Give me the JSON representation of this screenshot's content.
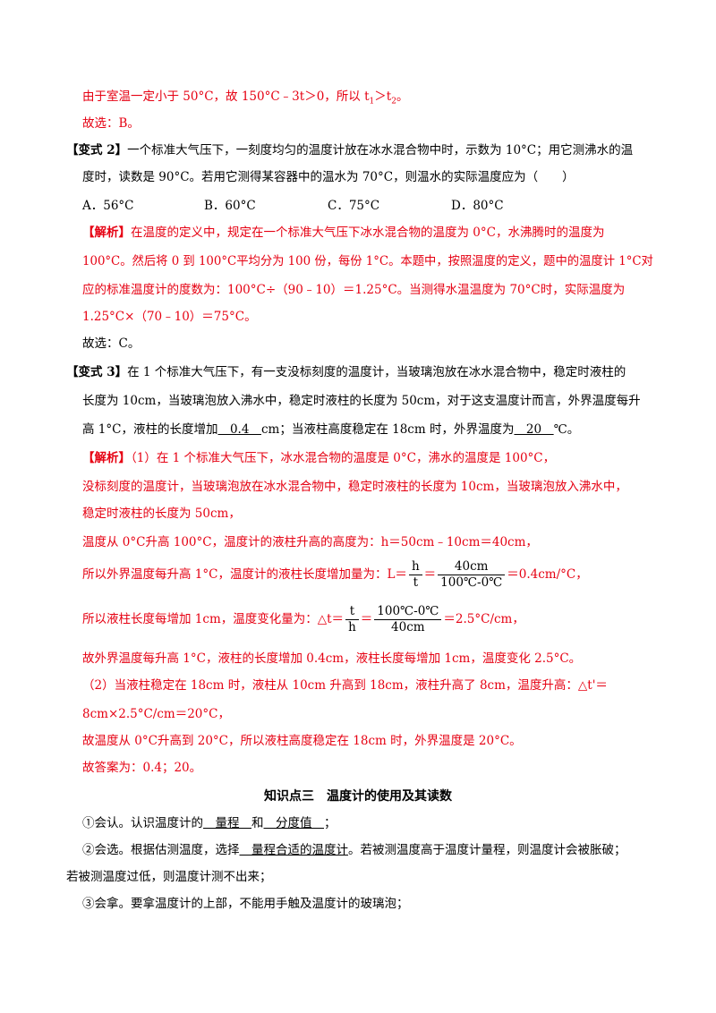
{
  "lines": {
    "l1": "由于室温一定小于 50°C，故 150°C﹣3t＞0，所以 t",
    "l1_sub1": "1",
    "l1_mid": "＞t",
    "l1_sub2": "2",
    "l1_end": "。",
    "l2": "故选：B。",
    "v2_tag": "【变式 2】",
    "v2_l1": "一个标准大气压下，一刻度均匀的温度计放在冰水混合物中时，示数为 10°C；用它测沸水的温",
    "v2_l2": "度时，读数是 90°C。若用它测得某容器中的温水为 70°C，则温水的实际温度应为（　　）",
    "opt_a": "A．56°C",
    "opt_b": "B．60°C",
    "opt_c": "C．75°C",
    "opt_d": "D．80°C",
    "an2_tag": "【解析】",
    "an2_l1": "在温度的定义中，规定在一个标准大气压下冰水混合物的温度为 0°C，水沸腾时的温度为",
    "an2_l2": "100°C。然后将 0 到 100°C平均分为 100 份，每份 1°C。本题中，按照温度的定义，题中的温度计 1°C对",
    "an2_l3": "应的标准温度计的度数为：100°C÷（90﹣10）＝1.25°C。当测得水温温度为 70°C时，实际温度为",
    "an2_l4": "1.25°C×（70﹣10）＝75°C。",
    "an2_l5": "故选：C。",
    "v3_tag": "【变式 3】",
    "v3_l1": "在 1 个标准大气压下，有一支没标刻度的温度计，当玻璃泡放在冰水混合物中，稳定时液柱的",
    "v3_l2": "长度为 10cm，当玻璃泡放入沸水中，稳定时液柱的长度为 50cm，对于这支温度计而言，外界温度每升",
    "v3_l3a": "高 1°C，液柱的长度增加",
    "v3_blank1": "　0.4　",
    "v3_l3b": "cm；当液柱高度稳定在 18cm 时，外界温度为",
    "v3_blank2": "　20　",
    "v3_l3c": "℃。",
    "an3_tag": "【解析】",
    "an3_l1": "（1）在 1 个标准大气压下，冰水混合物的温度是 0°C，沸水的温度是 100°C，",
    "an3_l2": "没标刻度的温度计，当玻璃泡放在冰水混合物中，稳定时液柱的长度为 10cm，当玻璃泡放入沸水中，",
    "an3_l3": "稳定时液柱的长度为 50cm，",
    "an3_l4": "温度从 0°C升高 100°C，温度计的液柱升高的高度为：h＝50cm﹣10cm＝40cm，",
    "an3_l5a": "所以外界温度每升高 1°C，温度计的液柱长度增加量为：L＝",
    "an3_f1n": "h",
    "an3_f1d": "t",
    "an3_eq": "＝",
    "an3_f2n": "40cm",
    "an3_f2d": "100℃-0℃",
    "an3_l5b": "＝0.4cm/°C，",
    "an3_l6a": "所以液柱长度每增加 1cm，温度变化量为：△t＝",
    "an3_f3n": "t",
    "an3_f3d": "h",
    "an3_f4n": "100℃-0℃",
    "an3_f4d": "40cm",
    "an3_l6b": "＝2.5°C/cm，",
    "an3_l7": "故外界温度每升高 1°C，液柱的长度增加 0.4cm，液柱长度每增加 1cm，温度变化 2.5°C。",
    "an3_l8": "（2）当液柱稳定在 18cm 时，液柱从 10cm 升高到 18cm，液柱升高了 8cm，温度升高：△t'＝",
    "an3_l9": "8cm×2.5°C/cm＝20°C，",
    "an3_l10": "故温度从 0°C升高到 20°C，所以液柱高度稳定在 18cm 时，外界温度是 20°C。",
    "an3_l11": "故答案为：0.4；20。",
    "heading": "知识点三　温度计的使用及其读数",
    "k1a": "①会认。认识温度计的",
    "k1_u1": "　量程　",
    "k1b": "和",
    "k1_u2": "　分度值　",
    "k1c": "；",
    "k2a": "②会选。根据估测温度，选择",
    "k2_u1": "　量程合适的温度计",
    "k2b": "。若被测温度高于温度计量程，则温度计会被胀破；",
    "k2_l2": "若被测温度过低，则温度计测不出来；",
    "k3": "③会拿。要拿温度计的上部，不能用手触及温度计的玻璃泡；"
  },
  "colors": {
    "answer_red": "#e60012",
    "text_black": "#000000"
  }
}
